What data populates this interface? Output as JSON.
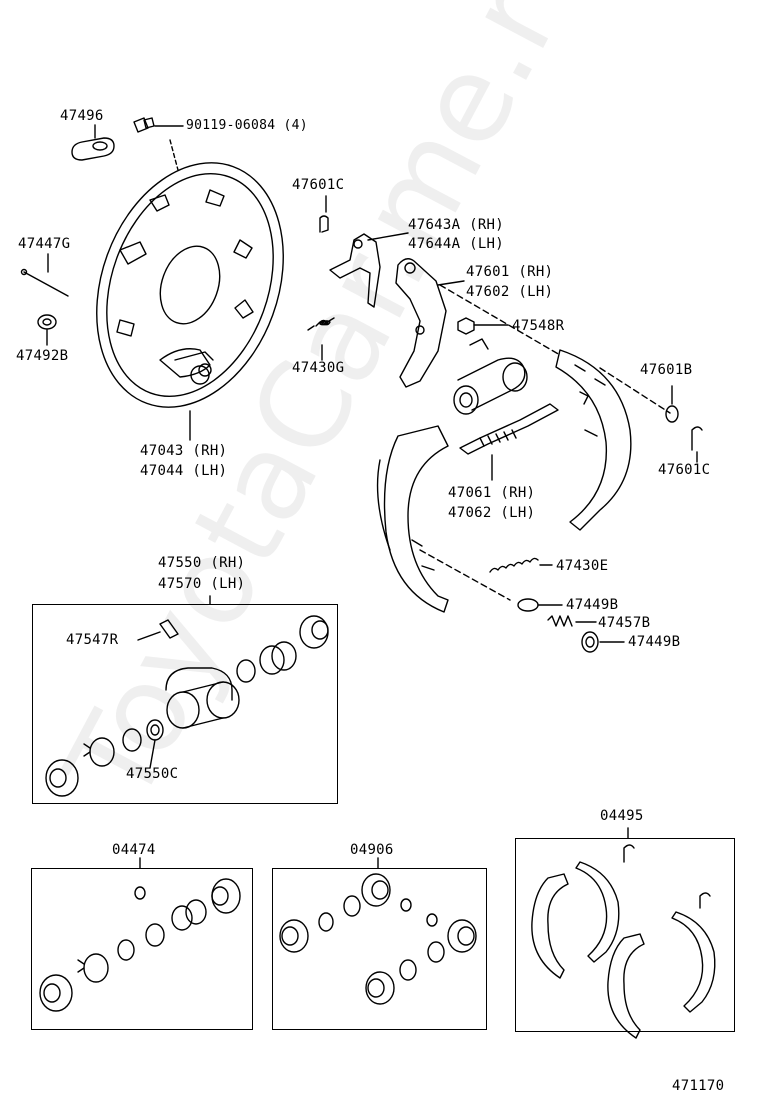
{
  "labels": {
    "p47496": "47496",
    "p90119": "90119-06084 (4)",
    "p47601C_top": "47601C",
    "p47447G": "47447G",
    "p47643A": "47643A (RH)",
    "p47644A": "47644A (LH)",
    "p47601": "47601 (RH)",
    "p47602": "47602 (LH)",
    "p47548R": "47548R",
    "p47492B": "47492B",
    "p47430G": "47430G",
    "p47601B": "47601B",
    "p47043": "47043 (RH)",
    "p47044": "47044 (LH)",
    "p47601C_right": "47601C",
    "p47061": "47061 (RH)",
    "p47062": "47062 (LH)",
    "p47550": "47550 (RH)",
    "p47570": "47570 (LH)",
    "p47430E": "47430E",
    "p47449B_a": "47449B",
    "p47457B": "47457B",
    "p47449B_b": "47449B",
    "p47547R": "47547R",
    "p47550C": "47550C",
    "p04495": "04495",
    "p04474": "04474",
    "p04906": "04906",
    "diagram_id": "471170"
  },
  "watermark": "ToyotaCar.me.ru",
  "colors": {
    "line": "#000000",
    "background": "#ffffff"
  }
}
